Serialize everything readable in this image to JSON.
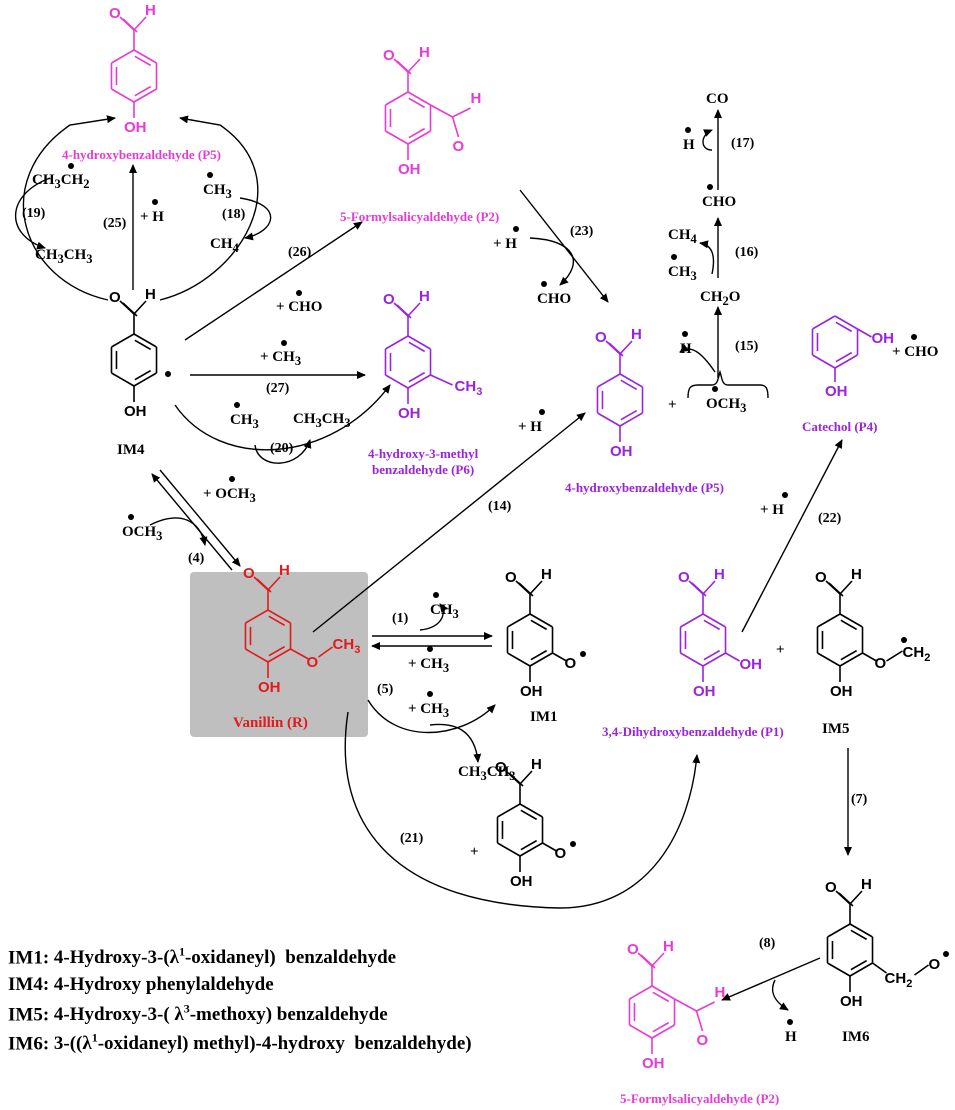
{
  "compounds": {
    "p5_top": "4-hydroxybenzaldehyde (P5)",
    "p2_top": "5-Formylsalicyaldehyde (P2)",
    "p6": [
      "4-hydroxy-3-methyl",
      "benzaldehyde (P6)"
    ],
    "p5_mid": "4-hydroxybenzaldehyde (P5)",
    "p4": "Catechol (P4)",
    "im4": "IM4",
    "vanillin": "Vanillin (R)",
    "im1": "IM1",
    "p1": "3,4-Dihydroxybenzaldehyde (P1)",
    "im5": "IM5",
    "im6": "IM6",
    "p2_bottom": "5-Formylsalicyaldehyde (P2)"
  },
  "species": {
    "ch3ch2": "CH3CH2",
    "ch3ch3": "CH3CH3",
    "ch3": "CH3",
    "ch4": "CH4",
    "h": "H",
    "cho": "CHO",
    "co": "CO",
    "ch2o": "CH2O",
    "och3": "OCH3",
    "plus": "+"
  },
  "steps": [
    "(1)",
    "(4)",
    "(5)",
    "(7)",
    "(8)",
    "(14)",
    "(15)",
    "(16)",
    "(17)",
    "(18)",
    "(19)",
    "(20)",
    "(21)",
    "(22)",
    "(23)",
    "(25)",
    "(26)",
    "(27)"
  ],
  "legend": [
    {
      "id": "IM1:",
      "name": "4-Hydroxy-3-(λ1-oxidaneyl)  benzaldehyde"
    },
    {
      "id": "IM4:",
      "name": "4-Hydroxy phenylaldehyde"
    },
    {
      "id": "IM5:",
      "name": "4-Hydroxy-3-( λ3-methoxy) benzaldehyde"
    },
    {
      "id": "IM6:",
      "name": "3-((λ1-oxidaneyl) methyl)-4-hydroxy  benzaldehyde)"
    }
  ],
  "colors": {
    "pink": "#e83ad6",
    "purple": "#9a24dd",
    "red": "#e11b1b",
    "box": "#bfbfbf"
  }
}
